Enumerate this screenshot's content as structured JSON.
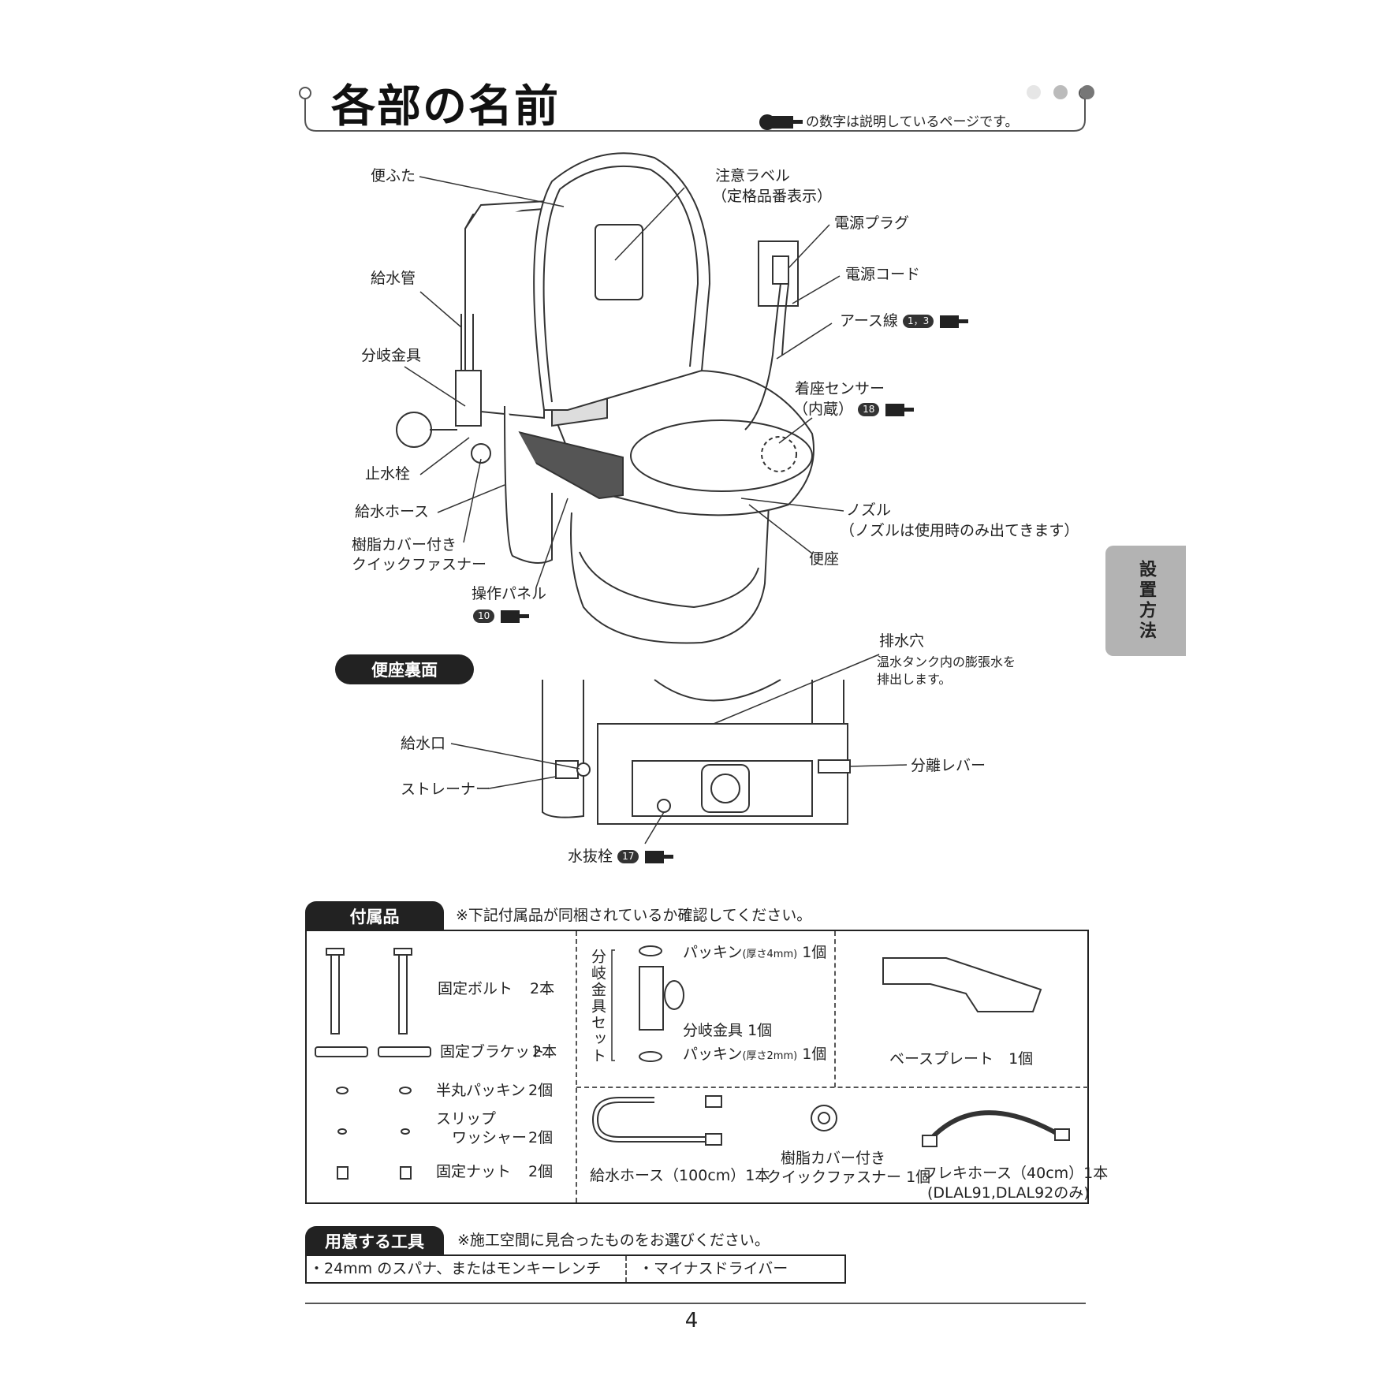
{
  "header": {
    "title": "各部の名前",
    "note": "の数字は説明しているページです。"
  },
  "side_tab": "設置方法",
  "parts": {
    "benfuta": "便ふた",
    "chui_label_1": "注意ラベル",
    "chui_label_2": "（定格品番表示）",
    "dengen_plug": "電源プラグ",
    "dengen_cord": "電源コード",
    "kyusuikan": "給水管",
    "earth": "アース線",
    "earth_pages": "1，3",
    "bunki": "分岐金具",
    "chakuza_1": "着座センサー",
    "chakuza_2": "（内蔵）",
    "chakuza_page": "18",
    "shisuisen": "止水栓",
    "kyusui_hose": "給水ホース",
    "nozzle_1": "ノズル",
    "nozzle_2": "（ノズルは使用時のみ出てきます）",
    "jushi_1": "樹脂カバー付き",
    "jushi_2": "クイックファスナー",
    "benza": "便座",
    "panel": "操作パネル",
    "panel_page": "10"
  },
  "underside": {
    "heading": "便座裏面",
    "haisuiana": "排水穴",
    "haisuiana_desc_1": "温水タンク内の膨張水を",
    "haisuiana_desc_2": "排出します。",
    "kyusuiguchi": "給水口",
    "strainer": "ストレーナー",
    "bunri_lever": "分離レバー",
    "mizunuki": "水抜栓",
    "mizunuki_page": "17"
  },
  "accessories": {
    "heading": "付属品",
    "note": "※下記付属品が同梱されているか確認してください。",
    "bolt": "固定ボルト",
    "bolt_qty": "2本",
    "bracket": "固定ブラケット",
    "bracket_qty": "2本",
    "hanmaru": "半丸パッキン",
    "hanmaru_qty": "2個",
    "slip_1": "スリップ",
    "slip_2": "ワッシャー",
    "slip_qty": "2個",
    "nut": "固定ナット",
    "nut_qty": "2個",
    "bunki_set": "分岐金具セット",
    "packing4": "パッキン",
    "packing4_spec": "(厚さ4mm)",
    "packing4_qty": "1個",
    "bunki_kanagu": "分岐金具",
    "bunki_qty": "1個",
    "packing2": "パッキン",
    "packing2_spec": "(厚さ2mm)",
    "packing2_qty": "1個",
    "base_plate": "ベースプレート",
    "base_qty": "1個",
    "hose": "給水ホース（100cm）1本",
    "fastener_1": "樹脂カバー付き",
    "fastener_2": "クイックファスナー",
    "fastener_qty": "1個",
    "flex_1": "フレキホース（40cm）1本",
    "flex_2": "(DLAL91,DLAL92のみ)"
  },
  "tools": {
    "heading": "用意する工具",
    "note": "※施工空間に見合ったものをお選びください。",
    "tool1": "・24mm のスパナ、またはモンキーレンチ",
    "tool2": "・マイナスドライバー"
  },
  "page_number": "4"
}
